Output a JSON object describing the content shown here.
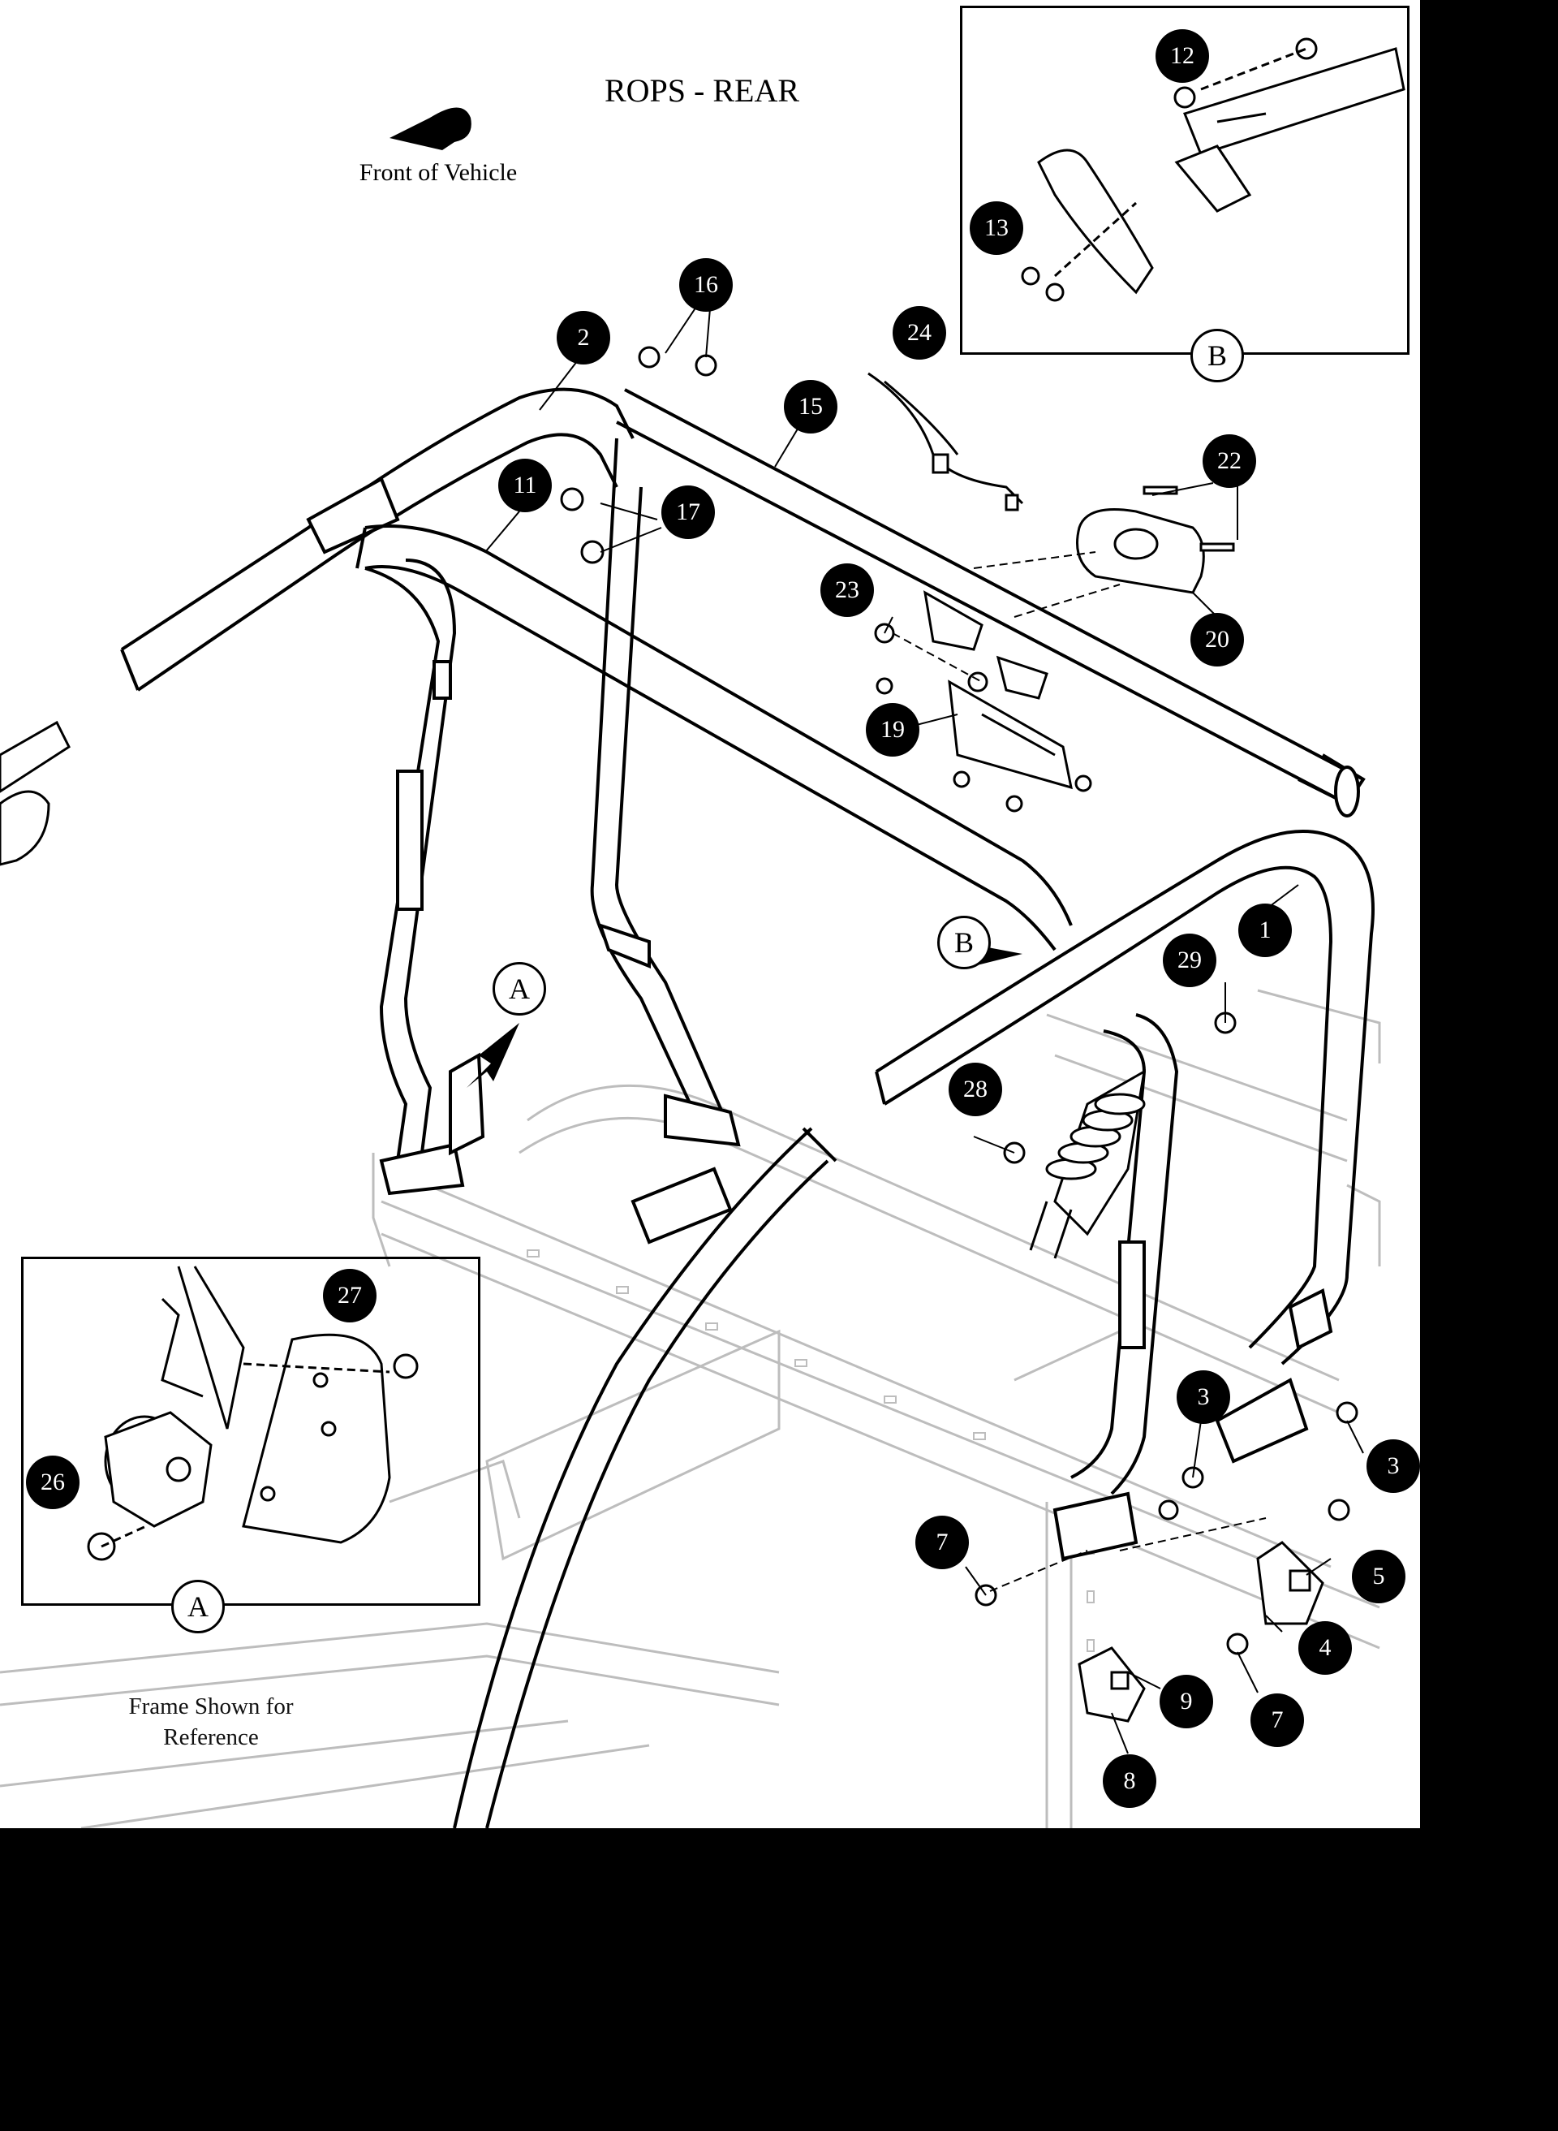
{
  "diagram": {
    "title": "ROPS - REAR",
    "front_label": "Front of Vehicle",
    "frame_note": [
      "Frame Shown for",
      "Reference"
    ],
    "detail_views": {
      "a": "A",
      "b": "B"
    },
    "callouts": {
      "c1": "1",
      "c2": "2",
      "c3a": "3",
      "c3b": "3",
      "c4": "4",
      "c5": "5",
      "c7a": "7",
      "c7b": "7",
      "c8": "8",
      "c9": "9",
      "c11": "11",
      "c12": "12",
      "c13": "13",
      "c15": "15",
      "c16": "16",
      "c17": "17",
      "c19": "19",
      "c20": "20",
      "c22": "22",
      "c23": "23",
      "c24": "24",
      "c26": "26",
      "c27": "27",
      "c28": "28",
      "c29": "29"
    }
  }
}
